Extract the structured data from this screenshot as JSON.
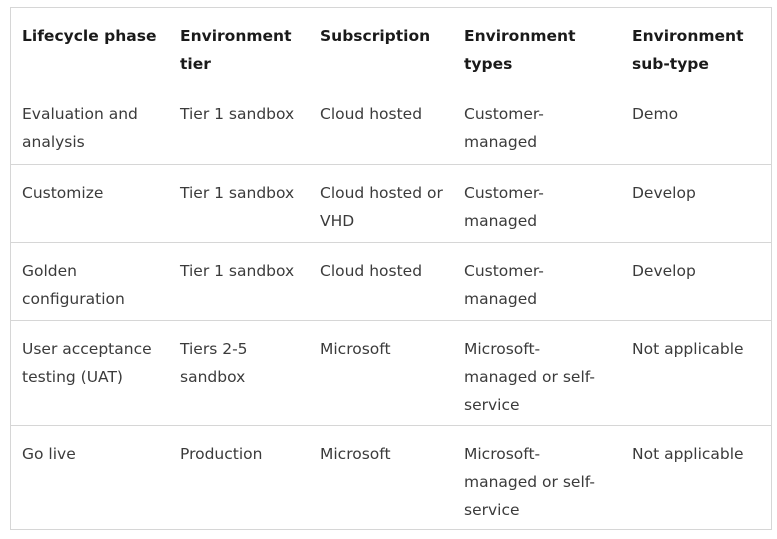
{
  "table": {
    "headers": [
      "Lifecycle phase",
      "Environment tier",
      "Subscription",
      "Environment types",
      "Environment sub-type"
    ],
    "rows": [
      [
        "Evaluation and analysis",
        "Tier 1 sandbox",
        "Cloud hosted",
        "Customer-managed",
        "Demo"
      ],
      [
        "Customize",
        "Tier 1 sandbox",
        "Cloud hosted or VHD",
        "Customer-managed",
        "Develop"
      ],
      [
        "Golden configuration",
        "Tier 1 sandbox",
        "Cloud hosted",
        "Customer-managed",
        "Develop"
      ],
      [
        "User acceptance testing (UAT)",
        "Tiers 2-5 sandbox",
        "Microsoft",
        "Microsoft-managed or self-service",
        "Not applicable"
      ],
      [
        "Go live",
        "Production",
        "Microsoft",
        "Microsoft-managed or self-service",
        "Not applicable"
      ]
    ]
  }
}
